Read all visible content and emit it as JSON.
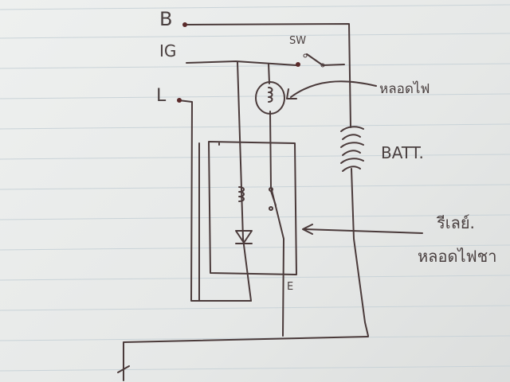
{
  "labels": {
    "b": "B",
    "ig": "IG",
    "l": "L",
    "sw": "SW",
    "lamp": "หลอดไฟ",
    "battery": "BATT.",
    "relay": "รีเลย์.",
    "charge_lamp": "หลอดไฟชา",
    "e": "E"
  }
}
